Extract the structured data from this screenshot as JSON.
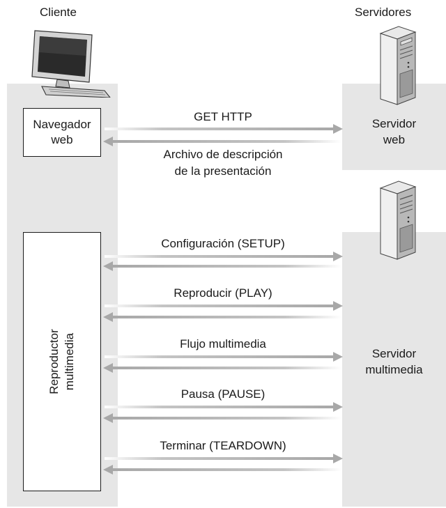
{
  "client_label": "Cliente",
  "servers_label": "Servidores",
  "web_browser": {
    "line1": "Navegador",
    "line2": "web"
  },
  "web_server": {
    "line1": "Servidor",
    "line2": "web"
  },
  "media_player": {
    "line1": "Reproductor",
    "line2": "multimedia"
  },
  "media_server": {
    "line1": "Servidor",
    "line2": "multimedia"
  },
  "messages": {
    "get_http": "GET HTTP",
    "description_line1": "Archivo de descripción",
    "description_line2": "de la presentación",
    "setup": "Configuración (SETUP)",
    "play": "Reproducir (PLAY)",
    "stream": "Flujo multimedia",
    "pause": "Pausa (PAUSE)",
    "teardown": "Terminar (TEARDOWN)"
  },
  "icons": {
    "client": "desktop-computer-icon",
    "web_server": "server-tower-icon",
    "media_server": "server-tower-icon"
  },
  "colors": {
    "panel": "#e6e6e6",
    "arrow": "#b0b0b0",
    "text": "#1a1a1a"
  }
}
